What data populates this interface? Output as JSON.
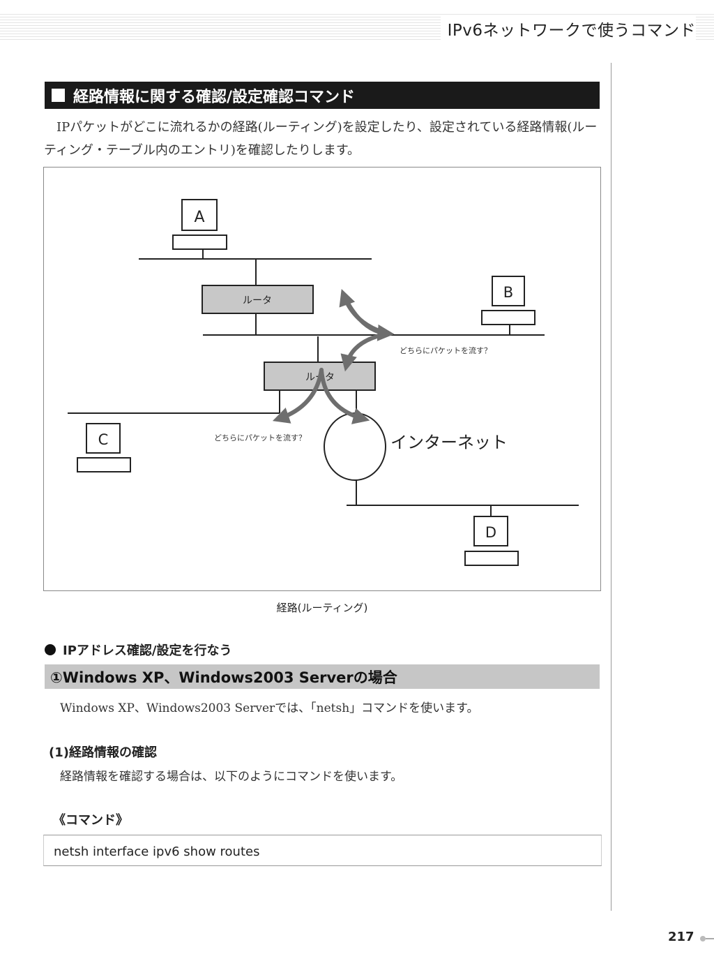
{
  "header": {
    "title": "IPv6ネットワークで使うコマンド"
  },
  "section": {
    "title": "経路情報に関する確認/設定確認コマンド",
    "intro": "IPパケットがどこに流れるかの経路(ルーティング)を設定したり、設定されている経路情報(ルーティング・テーブル内のエントリ)を確認したりします。"
  },
  "figure": {
    "hosts": {
      "a": "A",
      "b": "B",
      "c": "C",
      "d": "D"
    },
    "router1": "ルータ",
    "router2": "ルータ",
    "question1": "どちらにパケットを流す？",
    "question2": "どちらにパケットを流す？",
    "internet": "インターネット",
    "caption": "経路(ルーティング)"
  },
  "bullet_heading": "IPアドレス確認/設定を行なう",
  "subsection": {
    "title": "①Windows XP、Windows2003 Serverの場合",
    "desc": "Windows XP、Windows2003 Serverでは、「netsh」コマンドを使います。"
  },
  "step": {
    "title": "(1)経路情報の確認",
    "desc": "経路情報を確認する場合は、以下のようにコマンドを使います。"
  },
  "command": {
    "label": "《コマンド》",
    "text": "netsh interface ipv6 show routes"
  },
  "page_number": "217"
}
